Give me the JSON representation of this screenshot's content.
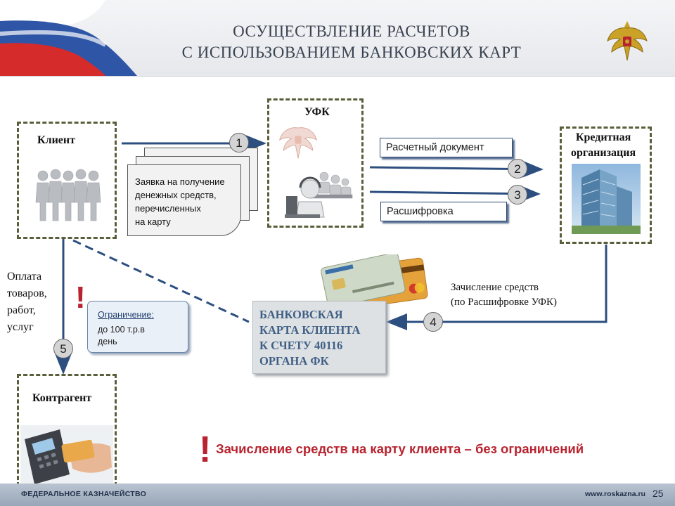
{
  "header": {
    "title_lines": [
      "ОСУЩЕСТВЛЕНИЕ РАСЧЕТОВ",
      "С ИСПОЛЬЗОВАНИЕМ БАНКОВСКИХ КАРТ"
    ],
    "flag_colors": [
      "#ffffff",
      "#2f56a6",
      "#d52b2b"
    ]
  },
  "client": {
    "label": "Клиент",
    "icon": "people-group-icon"
  },
  "ufk": {
    "label": "УФК",
    "icon": "operators-icon",
    "emblem": "eagle-emblem-icon"
  },
  "bank": {
    "label_lines": [
      "Кредитная",
      "организация"
    ],
    "icon": "bank-building-icon"
  },
  "counterparty": {
    "label": "Контрагент",
    "icon": "card-terminal-icon"
  },
  "application_doc": {
    "lines": [
      "Заявка на получение",
      "денежных средств,",
      "перечисленных",
      "на карту"
    ]
  },
  "tags": {
    "settlement_document": "Расчетный документ",
    "decoding": "Расшифровка"
  },
  "steps": [
    "1",
    "2",
    "3",
    "4",
    "5"
  ],
  "payment_text": [
    "Оплата",
    "товаров,",
    "работ,",
    "услуг"
  ],
  "limit": {
    "title": "Ограничение:",
    "value_lines": [
      "до 100 т.р.в",
      "день"
    ],
    "exclamation": "!"
  },
  "card_account": {
    "lines": [
      "БАНКОВСКАЯ",
      "КАРТА КЛИЕНТА",
      "К СЧЕТУ 40116",
      "ОРГАНА ФК"
    ],
    "icon": "bank-cards-icon"
  },
  "crediting": {
    "lines": [
      "Зачисление средств",
      "(по Расшифровке УФК)"
    ]
  },
  "note": {
    "exclamation": "!",
    "text": "Зачисление средств на карту клиента – без ограничений"
  },
  "footer": {
    "org": "ФЕДЕРАЛЬНОЕ КАЗНАЧЕЙСТВО",
    "site": "www.roskazna.ru",
    "page": "25"
  },
  "colors": {
    "arrow": "#2d4f80",
    "box_border": "#5a5e3a",
    "accent_red": "#b8232f",
    "card_text": "#3f5f84"
  }
}
